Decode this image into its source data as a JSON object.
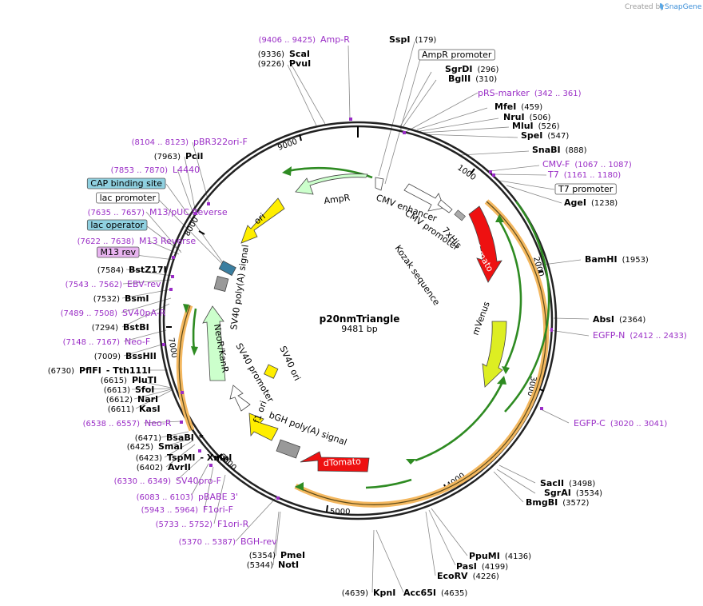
{
  "credit": {
    "prefix": "Created by",
    "brand": "SnapGene"
  },
  "plasmid": {
    "name": "p20nmTriangle",
    "length": 9481,
    "length_label": "9481 bp"
  },
  "ticks": [
    "1000",
    "2000",
    "3000",
    "4000",
    "5000",
    "6000",
    "7000",
    "8000",
    "9000"
  ],
  "colors": {
    "primer": "#9a2ec6",
    "enzyme": "#000000",
    "backbone": "#222222",
    "dtomato": "#ee1111",
    "mvenus": "#ddee22",
    "ori": "#ffee00",
    "ampr": "#ccffcc",
    "neor": "#ccffcc",
    "f1ori": "#ffee00",
    "orf_orange": "#f4b860",
    "orf_green": "#228b22",
    "polyA": "#999999",
    "m13rev_box": "#e8b4f0"
  },
  "labels": [
    {
      "kind": "primer",
      "name": "Amp-R",
      "pos": "(9406 .. 9425)"
    },
    {
      "kind": "enzyme",
      "name": "SspI",
      "pos": "(179)"
    },
    {
      "kind": "boxed",
      "name": "AmpR promoter"
    },
    {
      "kind": "enzyme",
      "name": "ScaI",
      "pos": "(9336)"
    },
    {
      "kind": "enzyme",
      "name": "PvuI",
      "pos": "(9226)"
    },
    {
      "kind": "enzyme",
      "name": "SgrDI",
      "pos": "(296)"
    },
    {
      "kind": "enzyme",
      "name": "BglII",
      "pos": "(310)"
    },
    {
      "kind": "primer",
      "name": "pRS-marker",
      "pos": "(342 .. 361)"
    },
    {
      "kind": "enzyme",
      "name": "MfeI",
      "pos": "(459)"
    },
    {
      "kind": "enzyme",
      "name": "NruI",
      "pos": "(506)"
    },
    {
      "kind": "enzyme",
      "name": "MluI",
      "pos": "(526)"
    },
    {
      "kind": "enzyme",
      "name": "SpeI",
      "pos": "(547)"
    },
    {
      "kind": "enzyme",
      "name": "SnaBI",
      "pos": "(888)"
    },
    {
      "kind": "primer",
      "name": "CMV-F",
      "pos": "(1067 .. 1087)"
    },
    {
      "kind": "primer",
      "name": "T7",
      "pos": "(1161 .. 1180)"
    },
    {
      "kind": "boxed",
      "name": "T7 promoter"
    },
    {
      "kind": "enzyme",
      "name": "AgeI",
      "pos": "(1238)"
    },
    {
      "kind": "enzyme",
      "name": "BamHI",
      "pos": "(1953)"
    },
    {
      "kind": "enzyme",
      "name": "AbsI",
      "pos": "(2364)"
    },
    {
      "kind": "primer",
      "name": "EGFP-N",
      "pos": "(2412 .. 2433)"
    },
    {
      "kind": "primer",
      "name": "EGFP-C",
      "pos": "(3020 .. 3041)"
    },
    {
      "kind": "enzyme",
      "name": "SacII",
      "pos": "(3498)"
    },
    {
      "kind": "enzyme",
      "name": "SgrAI",
      "pos": "(3534)"
    },
    {
      "kind": "enzyme",
      "name": "BmgBI",
      "pos": "(3572)"
    },
    {
      "kind": "enzyme",
      "name": "PpuMI",
      "pos": "(4136)"
    },
    {
      "kind": "enzyme",
      "name": "PasI",
      "pos": "(4199)"
    },
    {
      "kind": "enzyme",
      "name": "EcoRV",
      "pos": "(4226)"
    },
    {
      "kind": "enzyme",
      "name": "Acc65I",
      "pos": "(4635)"
    },
    {
      "kind": "enzyme",
      "name": "KpnI",
      "pos": "(4639)"
    },
    {
      "kind": "enzyme",
      "name": "NotI",
      "pos": "(5344)"
    },
    {
      "kind": "enzyme",
      "name": "PmeI",
      "pos": "(5354)"
    },
    {
      "kind": "primer",
      "name": "BGH-rev",
      "pos": "(5370 .. 5387)"
    },
    {
      "kind": "primer",
      "name": "F1ori-R",
      "pos": "(5733 .. 5752)"
    },
    {
      "kind": "primer",
      "name": "F1ori-F",
      "pos": "(5943 .. 5964)"
    },
    {
      "kind": "primer",
      "name": "pBABE 3'",
      "pos": "(6083 .. 6103)"
    },
    {
      "kind": "primer",
      "name": "SV40pro-F",
      "pos": "(6330 .. 6349)"
    },
    {
      "kind": "enzyme",
      "name": "AvrII",
      "pos": "(6402)"
    },
    {
      "kind": "enzyme",
      "name": "TspMI",
      "pos": "(6423)",
      "extra": "- XmaI"
    },
    {
      "kind": "enzyme",
      "name": "SmaI",
      "pos": "(6425)"
    },
    {
      "kind": "enzyme",
      "name": "BsaBI",
      "pos": "(6471)",
      "extra": "*"
    },
    {
      "kind": "primer",
      "name": "Neo-R",
      "pos": "(6538 .. 6557)"
    },
    {
      "kind": "enzyme",
      "name": "KasI",
      "pos": "(6611)"
    },
    {
      "kind": "enzyme",
      "name": "NarI",
      "pos": "(6612)"
    },
    {
      "kind": "enzyme",
      "name": "SfoI",
      "pos": "(6613)"
    },
    {
      "kind": "enzyme",
      "name": "PluTI",
      "pos": "(6615)"
    },
    {
      "kind": "enzyme",
      "name": "PflFI",
      "pos": "(6730)",
      "extra": "- Tth111I"
    },
    {
      "kind": "enzyme",
      "name": "BssHII",
      "pos": "(7009)"
    },
    {
      "kind": "primer",
      "name": "Neo-F",
      "pos": "(7148 .. 7167)"
    },
    {
      "kind": "enzyme",
      "name": "BstBI",
      "pos": "(7294)"
    },
    {
      "kind": "primer",
      "name": "SV40pA-R",
      "pos": "(7489 .. 7508)"
    },
    {
      "kind": "enzyme",
      "name": "BsmI",
      "pos": "(7532)"
    },
    {
      "kind": "primer",
      "name": "EBV-rev",
      "pos": "(7543 .. 7562)"
    },
    {
      "kind": "enzyme",
      "name": "BstZ17I",
      "pos": "(7584)"
    },
    {
      "kind": "boxed-purple",
      "name": "M13 rev"
    },
    {
      "kind": "primer",
      "name": "M13 Reverse",
      "pos": "(7622 .. 7638)"
    },
    {
      "kind": "boxed-blue",
      "name": "lac operator"
    },
    {
      "kind": "primer",
      "name": "M13/pUC Reverse",
      "pos": "(7635 .. 7657)"
    },
    {
      "kind": "boxed",
      "name": "lac promoter"
    },
    {
      "kind": "boxed-blue",
      "name": "CAP binding site"
    },
    {
      "kind": "primer",
      "name": "L4440",
      "pos": "(7853 .. 7870)"
    },
    {
      "kind": "enzyme",
      "name": "PciI",
      "pos": "(7963)"
    },
    {
      "kind": "primer",
      "name": "pBR322ori-F",
      "pos": "(8104 .. 8123)"
    }
  ],
  "features": {
    "ampr": "AmpR",
    "ori": "ori",
    "cmv_enhancer": "CMV enhancer",
    "cmv_promoter": "CMV promoter",
    "his": "7xHis",
    "dtomato1": "dTomato",
    "kozak": "Kozak sequence",
    "mvenus": "mVenus",
    "dtomato2": "dTomato",
    "bgh": "bGH poly(A) signal",
    "f1ori": "f1 ori",
    "sv40_promoter": "SV40 promoter",
    "sv40_ori": "SV40 ori",
    "neokan": "NeoR/KanR",
    "sv40_polya": "SV40 poly(A) signal"
  }
}
